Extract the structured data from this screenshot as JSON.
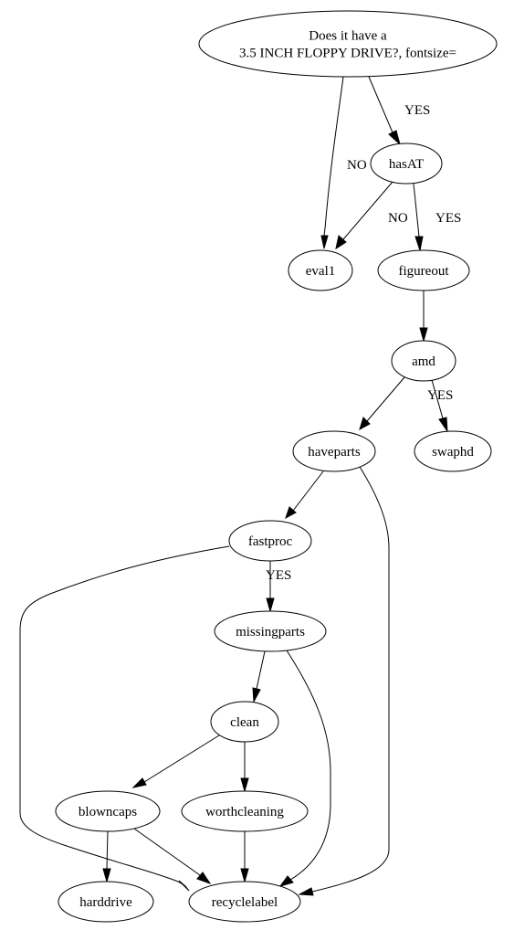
{
  "nodes": [
    {
      "id": "root",
      "lines": [
        "Does it have a",
        "3.5 INCH FLOPPY DRIVE?, fontsize="
      ]
    },
    {
      "id": "hasAT",
      "lines": [
        "hasAT"
      ]
    },
    {
      "id": "eval1",
      "lines": [
        "eval1"
      ]
    },
    {
      "id": "figureout",
      "lines": [
        "figureout"
      ]
    },
    {
      "id": "amd",
      "lines": [
        "amd"
      ]
    },
    {
      "id": "haveparts",
      "lines": [
        "haveparts"
      ]
    },
    {
      "id": "swaphd",
      "lines": [
        "swaphd"
      ]
    },
    {
      "id": "fastproc",
      "lines": [
        "fastproc"
      ]
    },
    {
      "id": "missingparts",
      "lines": [
        "missingparts"
      ]
    },
    {
      "id": "clean",
      "lines": [
        "clean"
      ]
    },
    {
      "id": "blowncaps",
      "lines": [
        "blowncaps"
      ]
    },
    {
      "id": "worthcleaning",
      "lines": [
        "worthcleaning"
      ]
    },
    {
      "id": "harddrive",
      "lines": [
        "harddrive"
      ]
    },
    {
      "id": "recyclelabel",
      "lines": [
        "recyclelabel"
      ]
    }
  ],
  "edges": [
    {
      "id": "e1",
      "from": "root",
      "to": "eval1",
      "label": "NO"
    },
    {
      "id": "e2",
      "from": "root",
      "to": "hasAT",
      "label": "YES"
    },
    {
      "id": "e3",
      "from": "hasAT",
      "to": "eval1",
      "label": "NO"
    },
    {
      "id": "e4",
      "from": "hasAT",
      "to": "figureout",
      "label": "YES"
    },
    {
      "id": "e5",
      "from": "figureout",
      "to": "amd",
      "label": ""
    },
    {
      "id": "e6",
      "from": "amd",
      "to": "haveparts",
      "label": ""
    },
    {
      "id": "e7",
      "from": "amd",
      "to": "swaphd",
      "label": "YES"
    },
    {
      "id": "e8",
      "from": "haveparts",
      "to": "fastproc",
      "label": ""
    },
    {
      "id": "e9",
      "from": "haveparts",
      "to": "recyclelabel",
      "label": ""
    },
    {
      "id": "e10",
      "from": "fastproc",
      "to": "missingparts",
      "label": "YES"
    },
    {
      "id": "e11",
      "from": "fastproc",
      "to": "recyclelabel",
      "label": ""
    },
    {
      "id": "e12",
      "from": "missingparts",
      "to": "clean",
      "label": ""
    },
    {
      "id": "e13",
      "from": "missingparts",
      "to": "recyclelabel",
      "label": ""
    },
    {
      "id": "e14",
      "from": "clean",
      "to": "blowncaps",
      "label": ""
    },
    {
      "id": "e15",
      "from": "clean",
      "to": "worthcleaning",
      "label": ""
    },
    {
      "id": "e16",
      "from": "blowncaps",
      "to": "harddrive",
      "label": ""
    },
    {
      "id": "e17",
      "from": "blowncaps",
      "to": "recyclelabel",
      "label": ""
    },
    {
      "id": "e18",
      "from": "worthcleaning",
      "to": "recyclelabel",
      "label": ""
    }
  ]
}
